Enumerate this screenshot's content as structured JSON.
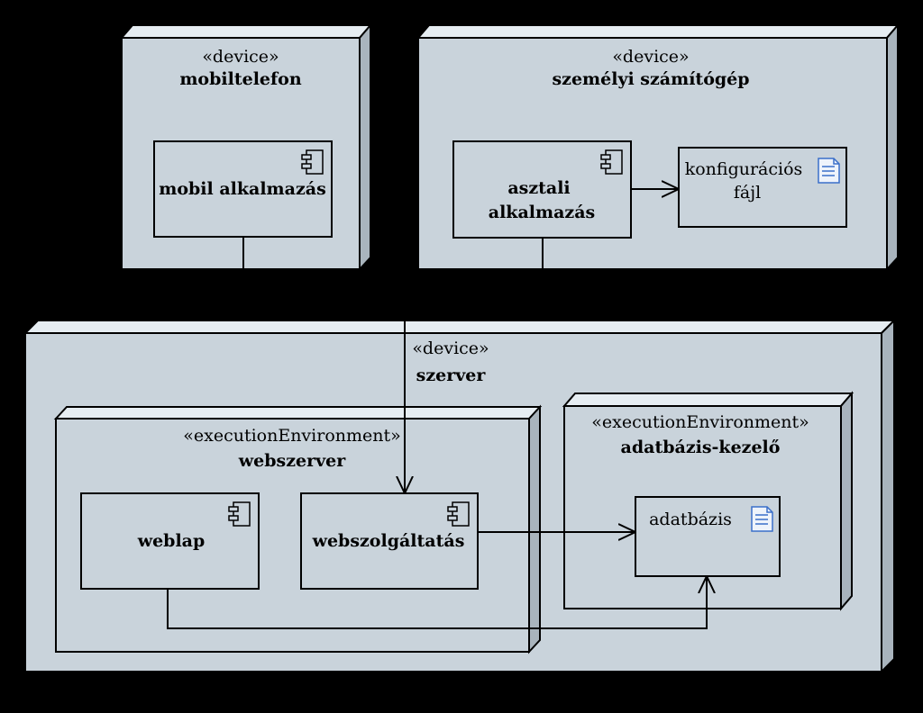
{
  "colors": {
    "background": "#000000",
    "node_fill": "#c9d3db",
    "node_side": "#a9b4bd",
    "node_top": "#e6edf2",
    "stroke": "#000000",
    "doc_icon": "#3a6fc9"
  },
  "nodes": {
    "mobile": {
      "stereotype": "«device»",
      "name": "mobiltelefon"
    },
    "pc": {
      "stereotype": "«device»",
      "name": "személyi számítógép"
    },
    "server": {
      "stereotype": "«device»",
      "name": "szerver"
    },
    "webserver": {
      "stereotype": "«executionEnvironment»",
      "name": "webszerver"
    },
    "dbms": {
      "stereotype": "«executionEnvironment»",
      "name": "adatbázis-kezelő"
    }
  },
  "components": {
    "mobile_app": {
      "label": "mobil alkalmazás",
      "icon": "component-icon"
    },
    "desktop_app": {
      "label_line1": "asztali",
      "label_line2": "alkalmazás",
      "icon": "component-icon"
    },
    "weblap": {
      "label": "weblap",
      "icon": "component-icon"
    },
    "webservice": {
      "label": "webszolgáltatás",
      "icon": "component-icon"
    }
  },
  "artifacts": {
    "config": {
      "label_line1": "konfigurációs",
      "label_line2": "fájl",
      "icon": "document-icon"
    },
    "database": {
      "label": "adatbázis",
      "icon": "document-icon"
    }
  }
}
